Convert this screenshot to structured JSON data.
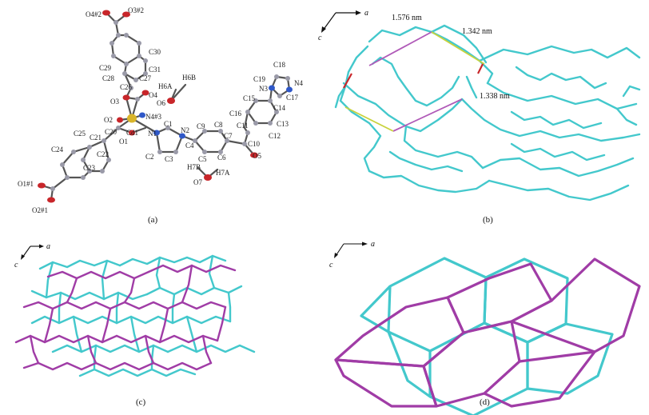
{
  "panels": {
    "a": {
      "caption": "(a)",
      "atom_labels": [
        "O4#2",
        "O3#2",
        "C30",
        "C31",
        "C29",
        "C28",
        "C27",
        "C26",
        "H6A",
        "H6B",
        "O6",
        "O3",
        "O4",
        "N4#3",
        "O2",
        "Cd1",
        "N1",
        "C1",
        "N2",
        "C20",
        "O1",
        "C25",
        "C21",
        "C24",
        "C22",
        "C23",
        "C2",
        "C3",
        "C4",
        "C9",
        "C8",
        "C7",
        "C6",
        "C5",
        "C10",
        "O5",
        "H7B",
        "H7A",
        "O7",
        "C18",
        "C19",
        "N3",
        "N4",
        "C17",
        "C15",
        "C14",
        "C16",
        "C11",
        "C13",
        "C12",
        "O1#1",
        "O2#1"
      ]
    },
    "b": {
      "caption": "(b)",
      "axis_a": "a",
      "axis_c": "c",
      "distances": [
        "1.576 nm",
        "1.342 nm",
        "1.338 nm"
      ]
    },
    "c": {
      "caption": "(c)",
      "axis_a": "a",
      "axis_c": "c"
    },
    "d": {
      "caption": "(d)",
      "axis_a": "a",
      "axis_c": "c"
    }
  },
  "colors": {
    "net_one": "#43c8cc",
    "net_two": "#a03ca6",
    "oxygen": "#c8262a",
    "nitrogen": "#2f58c8",
    "cadmium": "#d9b52a",
    "carbon": "#9a9aa8",
    "distance_line_1": "#b05ab8",
    "distance_line_2": "#c8d23c"
  }
}
